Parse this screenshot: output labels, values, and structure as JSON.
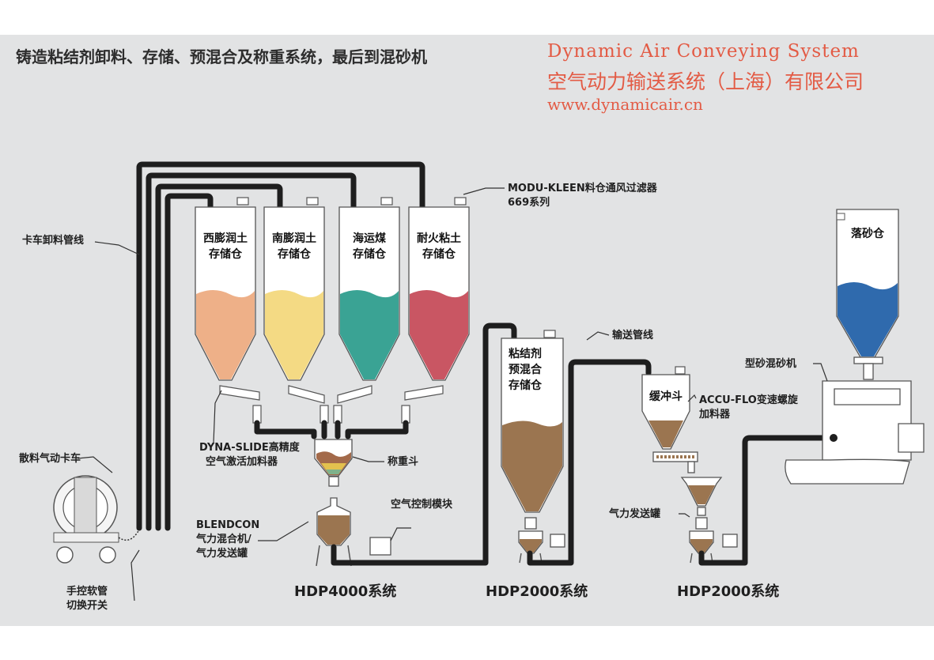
{
  "title": "铸造粘结剂卸料、存储、预混合及称重系统，最后到混砂机",
  "brand": {
    "name_en": "Dynamic Air Conveying System",
    "name_cn": "空气动力输送系统（上海）有限公司",
    "url": "www.dynamicair.cn"
  },
  "silos": [
    {
      "line1": "西膨润土",
      "line2": "存储仓",
      "color": "#eeb088"
    },
    {
      "line1": "南膨润土",
      "line2": "存储仓",
      "color": "#f4da84"
    },
    {
      "line1": "海运煤",
      "line2": "存储仓",
      "color": "#3aa394"
    },
    {
      "line1": "耐火粘土",
      "line2": "存储仓",
      "color": "#c95663"
    }
  ],
  "premix": {
    "line1": "粘结剂",
    "line2": "预混合",
    "line3": "存储仓",
    "color": "#9b7550"
  },
  "sand_bin": {
    "label": "落砂仓",
    "color": "#2f6aad"
  },
  "buffer": {
    "label": "缓冲斗"
  },
  "callouts": {
    "filter_line1": "MODU-KLEEN料仓通风过滤器",
    "filter_line2": "669系列",
    "truck_line": "卡车卸料管线",
    "truck": "散料气动卡车",
    "hose_line1": "手控软管",
    "hose_line2": "切换开关",
    "dyna_line1": "DYNA-SLIDE高精度",
    "dyna_line2": "空气激活加料器",
    "weigh_hopper": "称重斗",
    "blendcon_line1": "BLENDCON",
    "blendcon_line2": "气力混合机/",
    "blendcon_line3": "气力发送罐",
    "air_module": "空气控制模块",
    "convey_line": "输送管线",
    "accu_line1": "ACCU-FLO变速螺旋",
    "accu_line2": "加料器",
    "transmitter": "气力发送罐",
    "mixer": "型砂混砂机"
  },
  "systems": [
    "HDP4000系统",
    "HDP2000系统",
    "HDP2000系统"
  ]
}
